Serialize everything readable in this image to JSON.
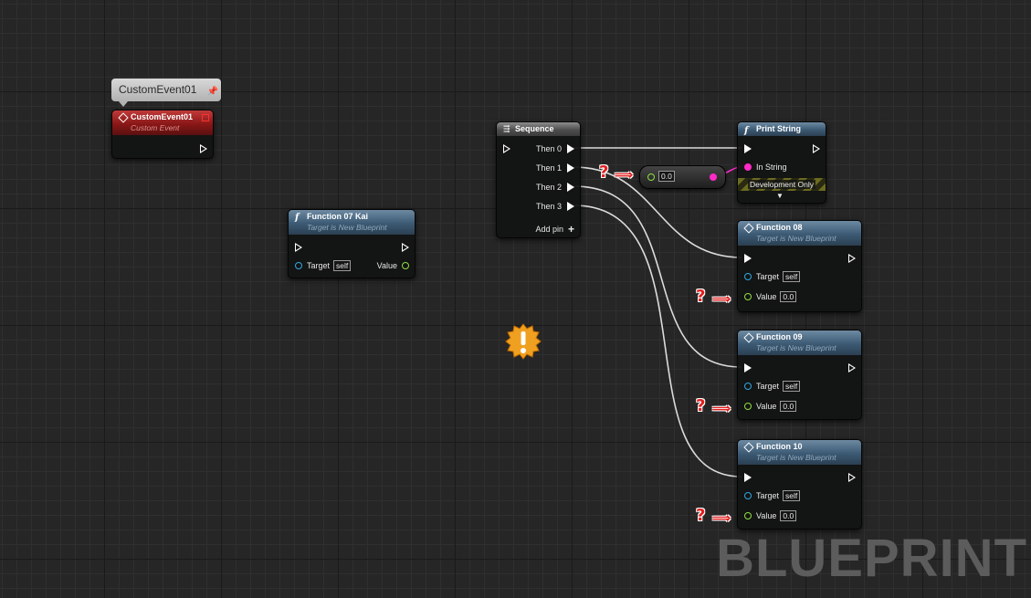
{
  "comment": {
    "label": "CustomEvent01"
  },
  "custom_event": {
    "title": "CustomEvent01",
    "subtitle": "Custom Event"
  },
  "function07": {
    "title": "Function 07 Kai",
    "subtitle": "Target is New Blueprint",
    "target_label": "Target",
    "target_value": "self",
    "value_label": "Value"
  },
  "sequence": {
    "title": "Sequence",
    "outputs": [
      "Then 0",
      "Then 1",
      "Then 2",
      "Then 3"
    ],
    "add_pin": "Add pin"
  },
  "conversion": {
    "value": "0.0"
  },
  "print_string": {
    "title": "Print String",
    "in_string": "In String",
    "dev_only": "Development Only"
  },
  "function08": {
    "title": "Function 08",
    "subtitle": "Target is New Blueprint",
    "target_label": "Target",
    "target_value": "self",
    "value_label": "Value",
    "value": "0.0"
  },
  "function09": {
    "title": "Function 09",
    "subtitle": "Target is New Blueprint",
    "target_label": "Target",
    "target_value": "self",
    "value_label": "Value",
    "value": "0.0"
  },
  "function10": {
    "title": "Function 10",
    "subtitle": "Target is New Blueprint",
    "target_label": "Target",
    "target_value": "self",
    "value_label": "Value",
    "value": "0.0"
  },
  "watermark": "BLUEPRINT",
  "colors": {
    "exec": "#ffffff",
    "object_pin": "#2fa8e0",
    "float_pin": "#8fe040",
    "string_pin": "#ff2bc7",
    "wire": "#dcdcdc"
  }
}
